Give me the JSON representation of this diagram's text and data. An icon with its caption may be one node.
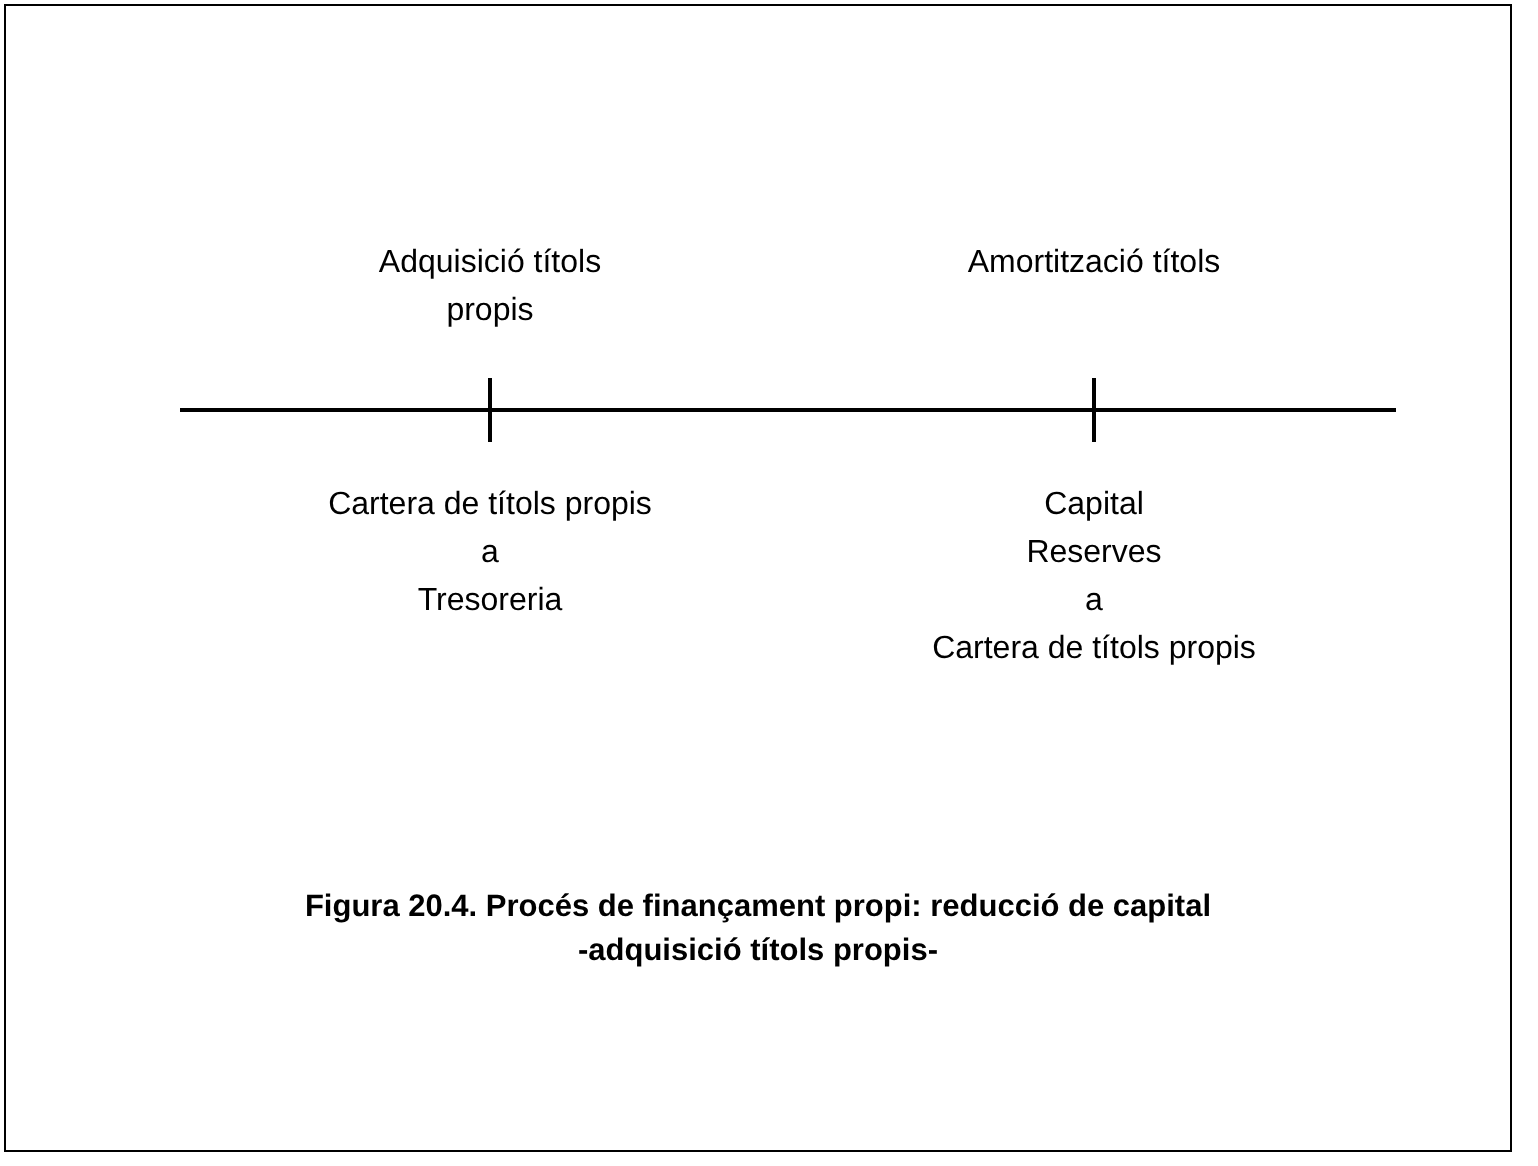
{
  "diagram": {
    "caption": "Figura 20.4. Procés de finançament propi: reducció de capital -adquisició títols propis-",
    "labels": [
      "Adquisició títols propis",
      "Amortització títols",
      "Cartera de títols propis",
      "a",
      "Tresoreria",
      "Capital",
      "Reserves",
      "a",
      "Cartera de títols propis"
    ]
  }
}
